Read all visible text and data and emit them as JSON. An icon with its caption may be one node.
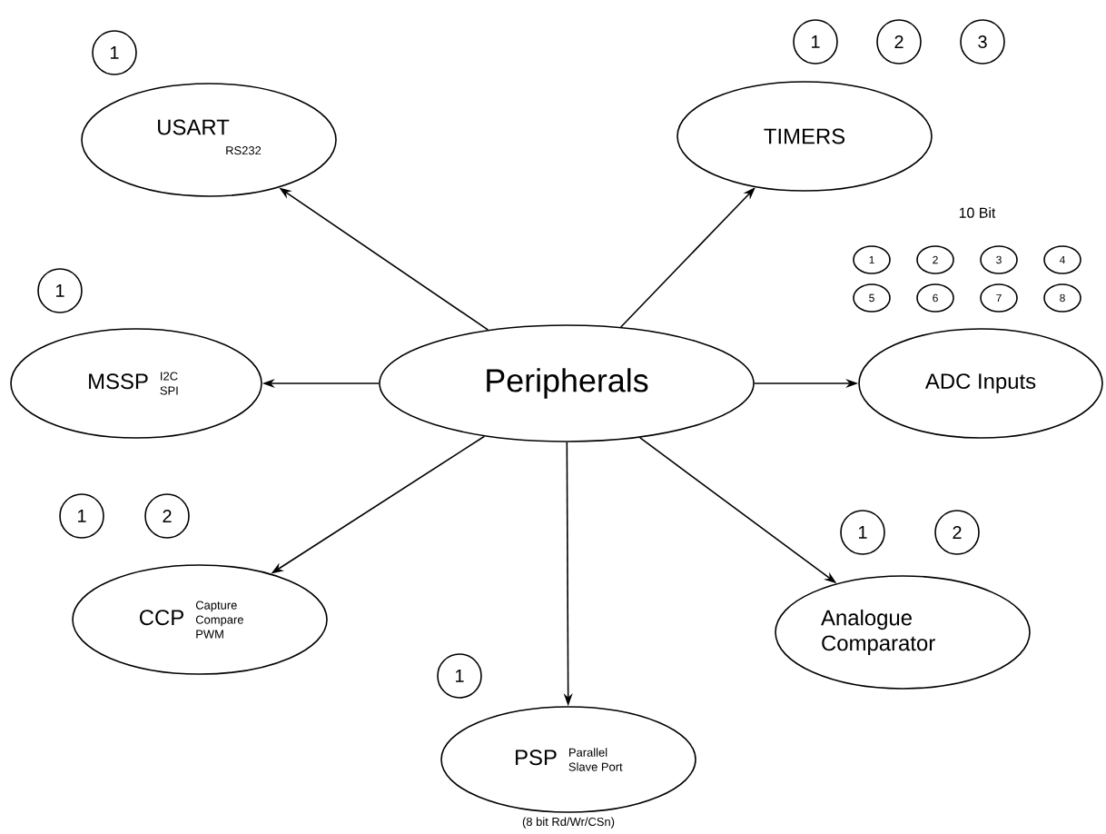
{
  "diagram": {
    "nodes": [
      {
        "text": [
          "Peripherals"
        ]
      },
      {
        "text": [
          "USART",
          "RS232"
        ]
      },
      {
        "text": [
          "TIMERS"
        ]
      },
      {
        "text": [
          "MSSP",
          "I2C SPI"
        ]
      },
      {
        "text": [
          "ADC Inputs"
        ]
      },
      {
        "text": [
          "CCP",
          "Capture Compare PWM"
        ]
      },
      {
        "text": [
          "Analogue Comparator"
        ]
      },
      {
        "text": [
          "PSP",
          "Parallel Slave Port"
        ],
        "beside": [
          "(8 bit Rd/Wr/CSn)"
        ]
      },
      {
        "text": [
          "1"
        ]
      },
      {
        "text": [
          "1"
        ]
      },
      {
        "text": [
          "2"
        ]
      },
      {
        "text": [
          "3"
        ]
      },
      {
        "text": [
          "1"
        ]
      },
      {
        "text": [
          "1"
        ]
      },
      {
        "text": [
          "2"
        ]
      },
      {
        "text": [
          "3"
        ]
      },
      {
        "text": [
          "4"
        ]
      },
      {
        "text": [
          "5"
        ]
      },
      {
        "text": [
          "6"
        ]
      },
      {
        "text": [
          "7"
        ]
      },
      {
        "text": [
          "8"
        ]
      },
      {
        "text": [
          "1"
        ]
      },
      {
        "text": [
          "2"
        ]
      },
      {
        "text": [
          "1"
        ]
      },
      {
        "text": [
          "2"
        ]
      },
      {
        "text": [
          "1"
        ]
      }
    ],
    "edges": [
      {
        "from": 0,
        "to": 1,
        "arrow": "to"
      },
      {
        "from": 0,
        "to": 2,
        "arrow": "to"
      },
      {
        "from": 0,
        "to": 3,
        "arrow": "to"
      },
      {
        "from": 0,
        "to": 4,
        "arrow": "to"
      },
      {
        "from": 0,
        "to": 5,
        "arrow": "to"
      },
      {
        "from": 0,
        "to": 6,
        "arrow": "to"
      },
      {
        "from": 0,
        "to": 7,
        "arrow": "to"
      }
    ],
    "labels": [
      "10 Bit"
    ]
  }
}
